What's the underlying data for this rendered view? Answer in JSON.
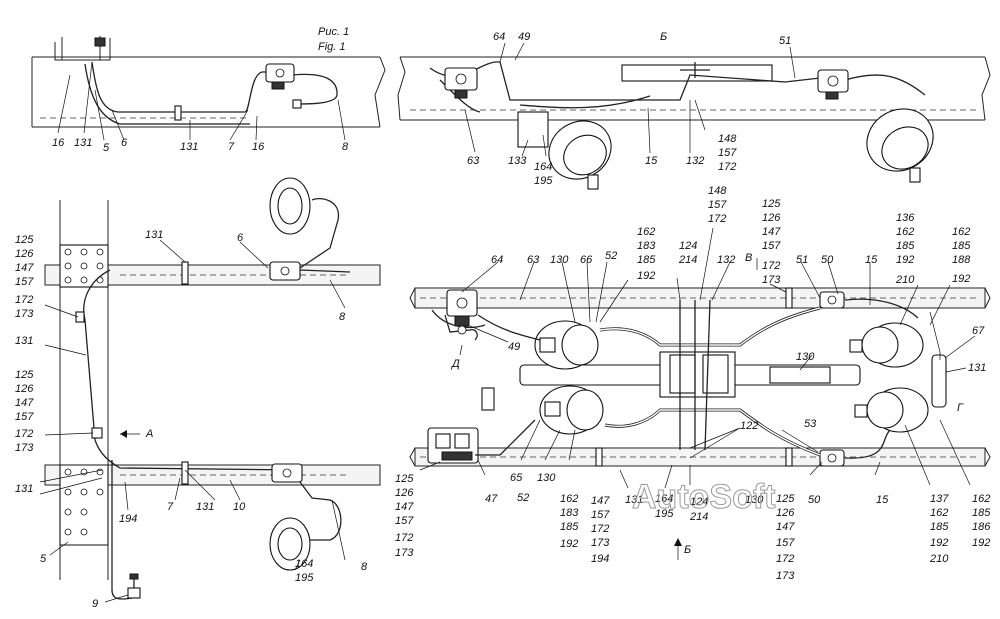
{
  "caption": {
    "line1": "Рис. 1",
    "line2": "Fig. 1"
  },
  "watermark": "AutoSoft",
  "views": [
    {
      "id": "section-b-top",
      "label": "Б"
    },
    {
      "id": "arrow-a",
      "label": "А"
    },
    {
      "id": "arrow-b-bottom",
      "label": "Б"
    },
    {
      "id": "view-v",
      "label": "В"
    },
    {
      "id": "view-g",
      "label": "Г"
    },
    {
      "id": "view-d",
      "label": "Д"
    }
  ],
  "callouts": {
    "top_left": [
      "16",
      "131",
      "5",
      "6",
      "131",
      "7",
      "16",
      "8"
    ],
    "top_right": [
      "64",
      "49",
      "51",
      "63",
      "133",
      "164",
      "195",
      "15",
      "132",
      "148",
      "157",
      "172"
    ],
    "left_upper_stack": [
      "125",
      "126",
      "147",
      "157",
      "172",
      "173"
    ],
    "left_upper_pair": [
      "172",
      "173"
    ],
    "left_upper_131": "131",
    "left_mid_stack": [
      "125",
      "126",
      "147",
      "157",
      "172",
      "173"
    ],
    "left_lower_131": "131",
    "left_lower_5": "5",
    "left_top_labels": [
      "131",
      "6",
      "8"
    ],
    "left_bottom_labels": [
      "194",
      "7",
      "131",
      "10",
      "8",
      "164",
      "195",
      "9"
    ],
    "right_top_stack_148": [
      "148",
      "157",
      "172"
    ],
    "right_top_stack_125": [
      "125",
      "126",
      "147",
      "157",
      "172",
      "173"
    ],
    "right_top_stack_136": [
      "136",
      "162",
      "185",
      "192",
      "210"
    ],
    "right_top_stack_162": [
      "162",
      "185",
      "188",
      "192"
    ],
    "right_top_stack_162b": [
      "162",
      "183",
      "185",
      "192"
    ],
    "right_top_row": [
      "64",
      "63",
      "130",
      "66",
      "52",
      "124",
      "214",
      "132",
      "51",
      "50",
      "15"
    ],
    "right_mid": [
      "49",
      "130",
      "67",
      "131"
    ],
    "right_lower_row": [
      "47",
      "65",
      "52",
      "130",
      "131",
      "164",
      "195",
      "124",
      "214",
      "130",
      "50",
      "15",
      "122",
      "53"
    ],
    "right_lower_stack_125": [
      "125",
      "126",
      "147",
      "157",
      "172",
      "173"
    ],
    "right_bottom_162": [
      "162",
      "183",
      "185",
      "192"
    ],
    "right_bottom_147": [
      "147",
      "157",
      "172",
      "173",
      "194"
    ],
    "right_bottom_125": [
      "125",
      "126",
      "147",
      "157",
      "172",
      "173"
    ],
    "right_bottom_137": [
      "137",
      "162",
      "185",
      "192",
      "210"
    ],
    "right_bottom_162b": [
      "162",
      "185",
      "186",
      "192"
    ]
  }
}
